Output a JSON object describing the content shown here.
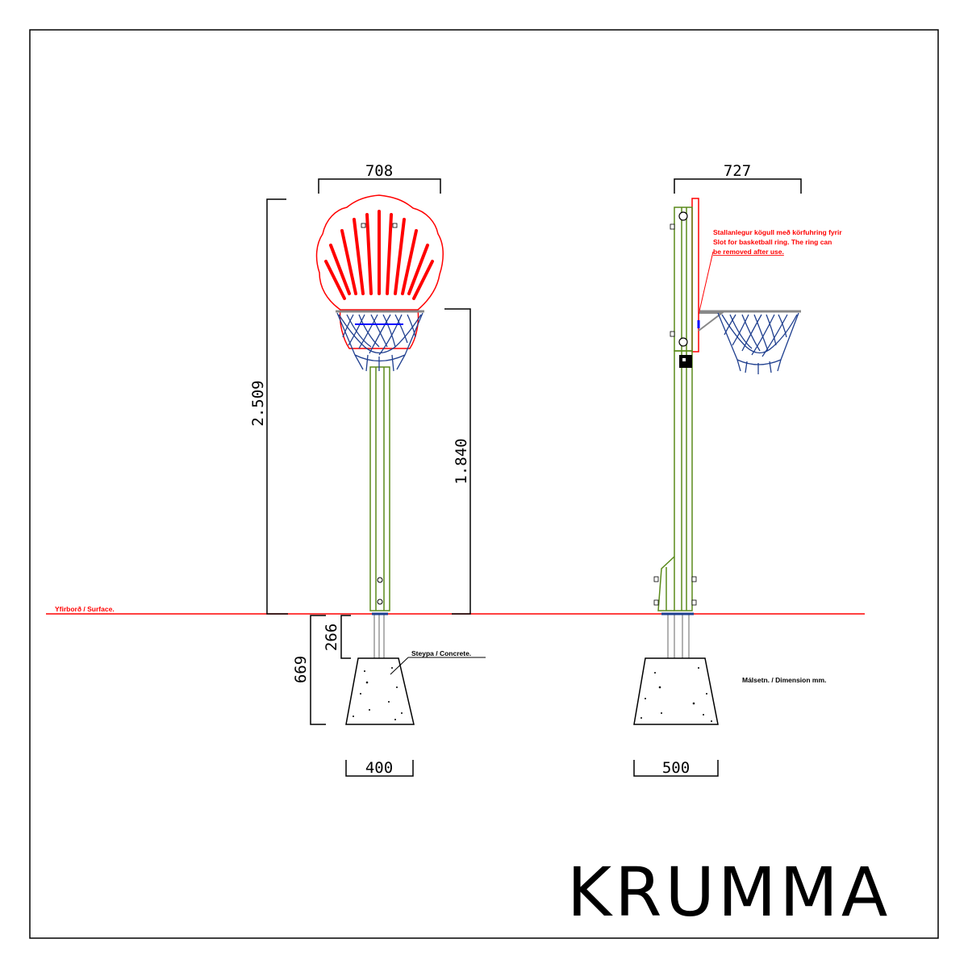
{
  "dimensions": {
    "width_front": "708",
    "width_side": "727",
    "total_height": "2.509",
    "ring_height": "1.840",
    "depth_to_top_of_footing": "266",
    "footing_depth": "669",
    "footing_width_front": "400",
    "footing_width_side": "500"
  },
  "notes": {
    "surface": "Yfirborð / Surface.",
    "concrete": "Steypa / Concrete.",
    "dimensions": "Málsetn. / Dimension mm.",
    "slot_line1": "Stallanlegur kögull með körfuhring fyrir",
    "slot_line2": "Slot for basketball ring. The ring can",
    "slot_line3": "be removed after use."
  },
  "brand": "KRUMMA",
  "colors": {
    "frame": "#000000",
    "post": "#5a8a1a",
    "backboard": "#ff0000",
    "net": "#1f3f8f",
    "surface_line": "#ff0000",
    "bracket": "#0000ff"
  }
}
